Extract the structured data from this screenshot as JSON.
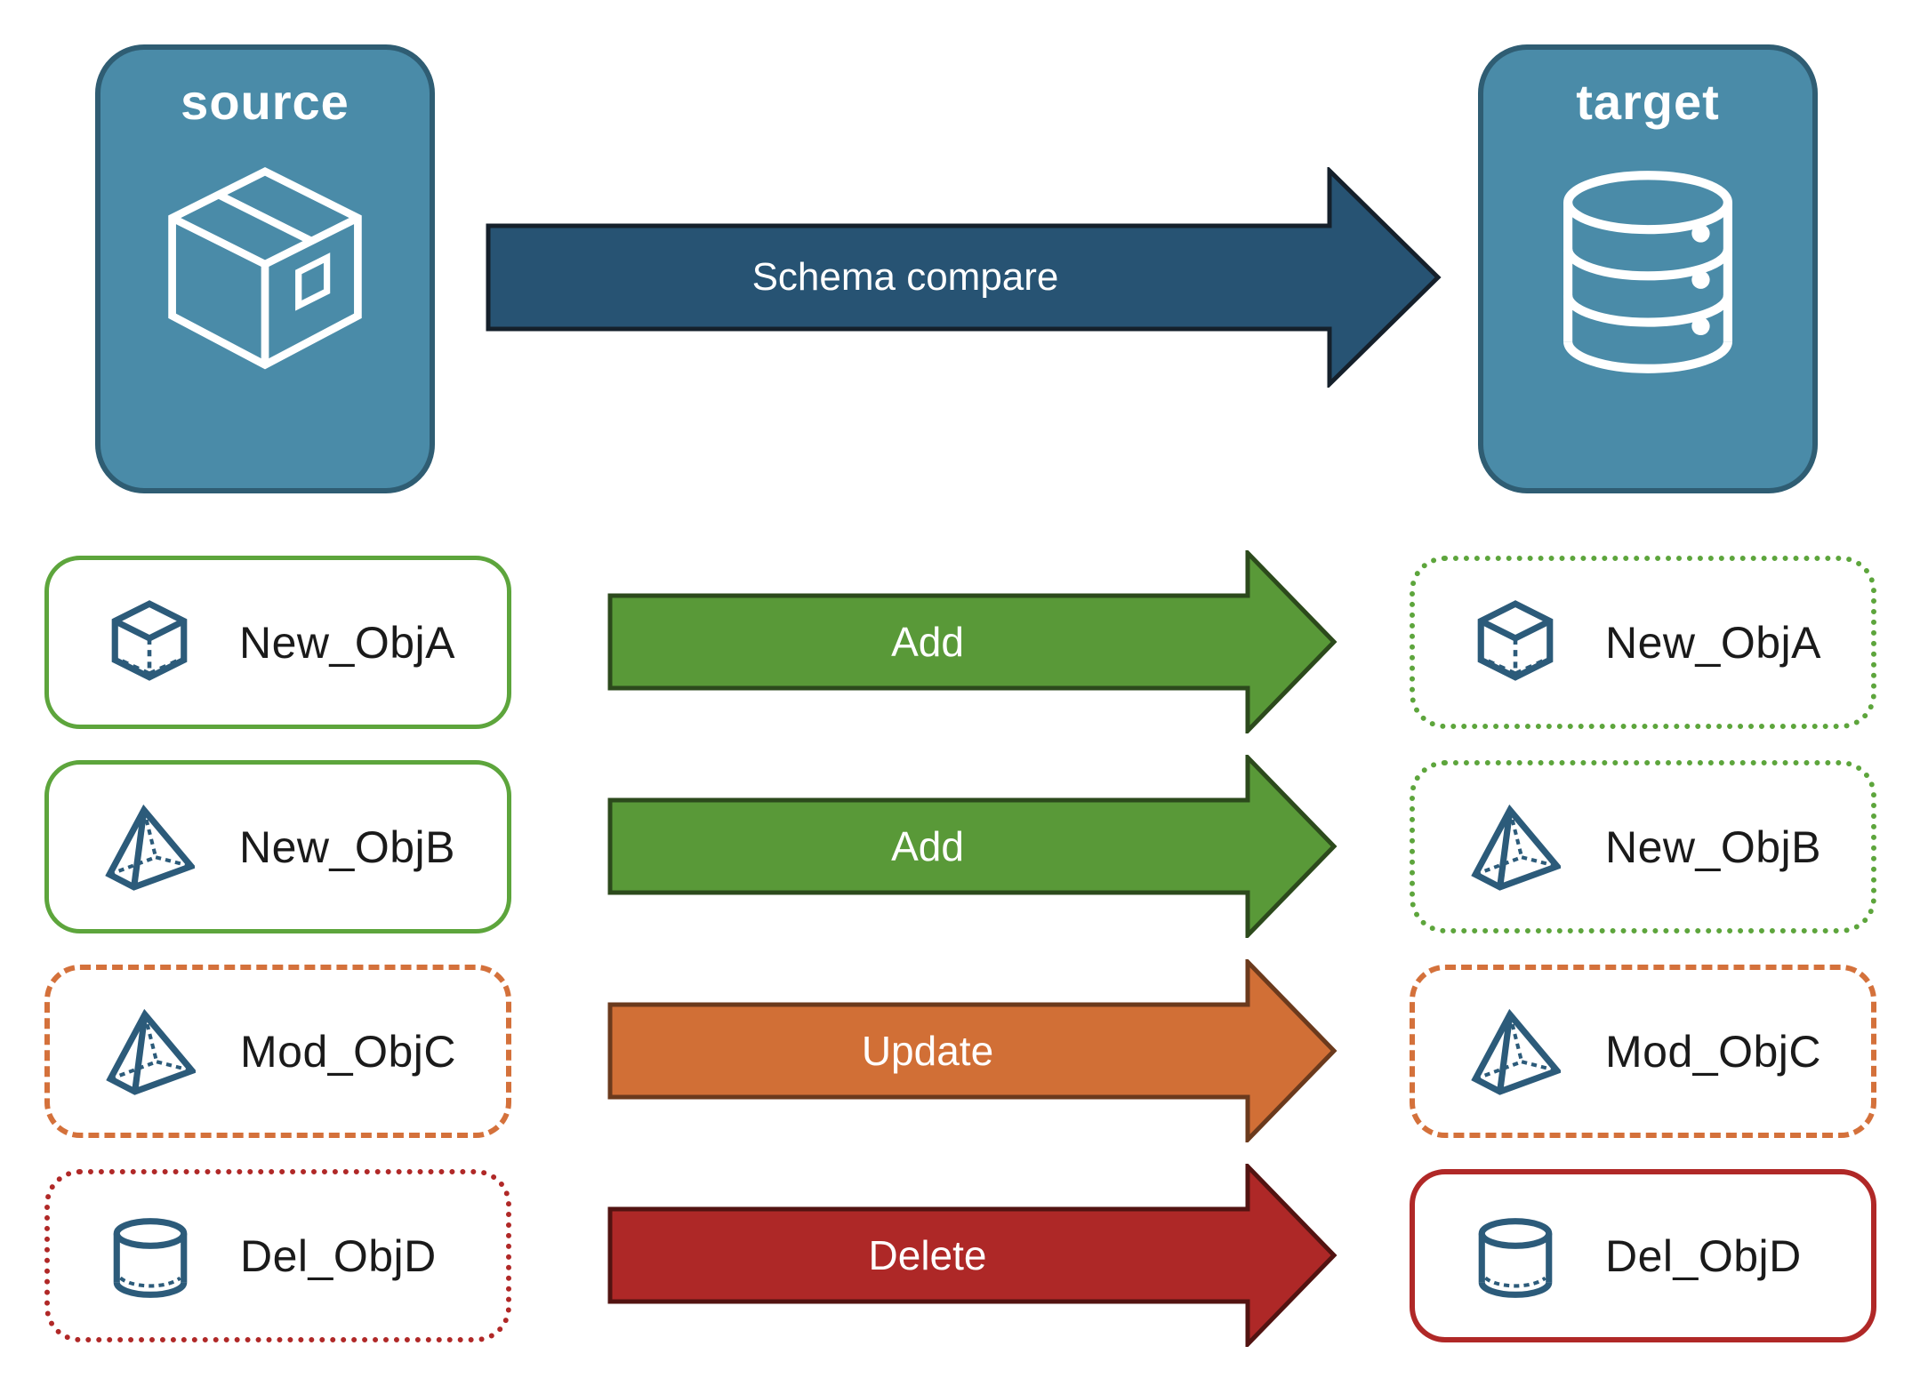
{
  "diagram": {
    "source_node": {
      "label": "source",
      "icon": "package-box-icon"
    },
    "target_node": {
      "label": "target",
      "icon": "database-icon"
    },
    "main_arrow": {
      "label": "Schema compare"
    }
  },
  "rows": [
    {
      "object": "New_ObjA",
      "action": "Add",
      "icon": "cube-icon",
      "source_box_border": "green-solid",
      "target_box_border": "green-dotted",
      "arrow_fill": "#599938",
      "arrow_stroke": "#2C4A1C"
    },
    {
      "object": "New_ObjB",
      "action": "Add",
      "icon": "pyramid-icon",
      "source_box_border": "green-solid",
      "target_box_border": "green-dotted",
      "arrow_fill": "#599938",
      "arrow_stroke": "#2C4A1C"
    },
    {
      "object": "Mod_ObjC",
      "action": "Update",
      "icon": "pyramid-icon",
      "source_box_border": "orange-dashed",
      "target_box_border": "orange-dashed",
      "arrow_fill": "#D16F36",
      "arrow_stroke": "#6B3A1D"
    },
    {
      "object": "Del_ObjD",
      "action": "Delete",
      "icon": "cylinder-icon",
      "source_box_border": "red-dotted",
      "target_box_border": "red-solid",
      "arrow_fill": "#AE2827",
      "arrow_stroke": "#521311"
    }
  ],
  "colors": {
    "node_fill": "#4A8BA8",
    "node_border": "#2F5D73",
    "main_arrow_fill": "#275373",
    "main_arrow_stroke": "#15202B",
    "add_green": "#599938",
    "update_orange": "#D16F36",
    "delete_red": "#AE2827",
    "border_green": "#5DA53C",
    "border_orange": "#D4713B",
    "border_red": "#B02827",
    "object_icon_stroke": "#2C5B7A",
    "node_icon_stroke": "#FFFFFF",
    "label_text": "#1A1A1A",
    "arrow_text": "#FFFFFF"
  }
}
